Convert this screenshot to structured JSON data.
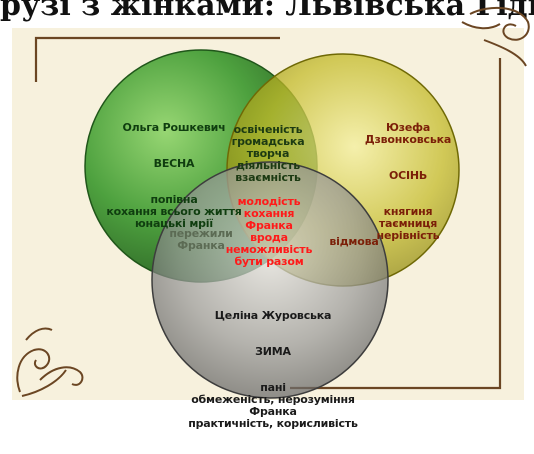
{
  "header": {
    "cut_text": "рузі з жінками: Львівська Гідність"
  },
  "circles": {
    "green": {
      "name": "Ольга Рошкевич",
      "season": "ВЕСНА",
      "desc": "попівна\nкохання всього життя\nюнацькі мрії",
      "color": "#3f9a31"
    },
    "yellow": {
      "name": "Юзефа\nДзвонковська",
      "season": "ОСІНЬ",
      "desc": "княгиня\nтаємниця\nнерівність",
      "color": "#a8a00a"
    },
    "gray": {
      "name": "Целіна Журовська",
      "season": "ЗИМА",
      "desc": "пані\nобмеженість, нерозуміння\nФранка\nпрактичність, корисливість",
      "color": "#6e6e6e"
    }
  },
  "overlaps": {
    "green_yellow": "освіченість\nгромадська\nтворча\nдіяльність\nвзаємність",
    "green_gray": "пережили\nФранка",
    "yellow_gray": "відмова",
    "center": "молодість\nкохання\nФранка\nврода\nнеможливість\nбути разом"
  },
  "colors": {
    "border": "#6b4623",
    "panel": "#f7f1dd",
    "green_text": "#0f3d0f",
    "yellow_text": "#7b1f08",
    "gray_text": "#1a1a1a",
    "center_text": "#ff1a1a",
    "overlap_text": "#1c3a12"
  }
}
